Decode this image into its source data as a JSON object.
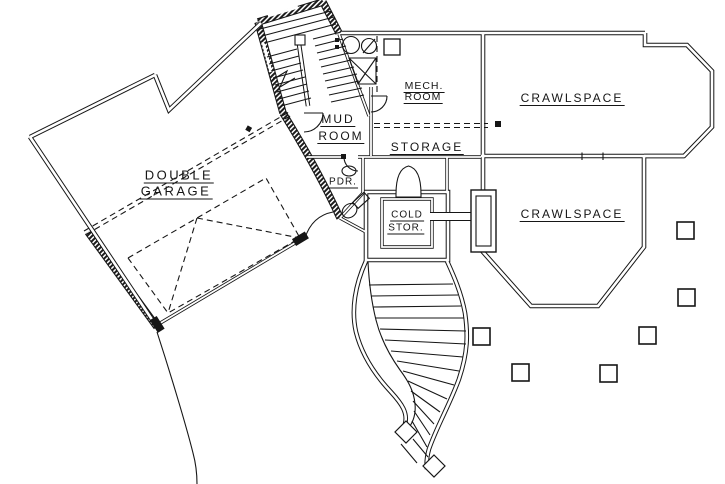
{
  "style": {
    "background": "#ffffff",
    "ink": "#161616"
  },
  "rooms": {
    "garage": {
      "line1": "DOUBLE",
      "line2": "GARAGE"
    },
    "mud": {
      "line1": "MUD",
      "line2": "ROOM"
    },
    "mech": {
      "line1": "MECH.",
      "line2": "ROOM"
    },
    "storage": {
      "line1": "STORAGE"
    },
    "pdr": {
      "line1": "PDR."
    },
    "cold": {
      "line1": "COLD",
      "line2": "STOR."
    },
    "crawl_upper": {
      "line1": "CRAWLSPACE"
    },
    "crawl_lower": {
      "line1": "CRAWLSPACE"
    }
  },
  "footings": {
    "count": 6
  }
}
